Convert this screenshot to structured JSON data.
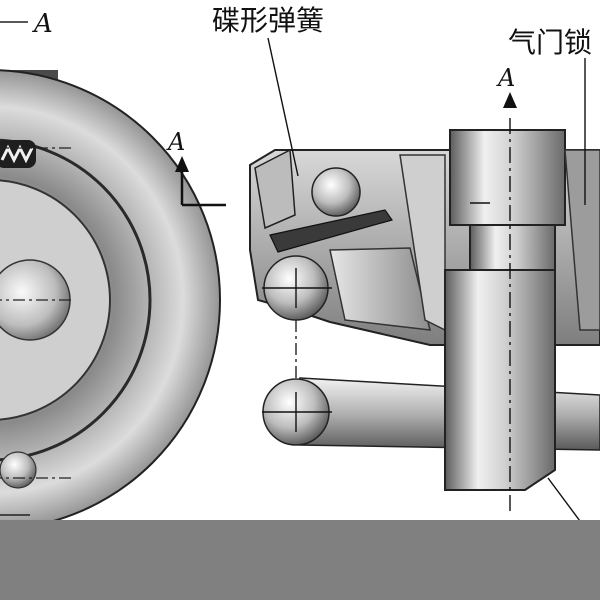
{
  "labels": {
    "section_mark_top_left": "A",
    "disc_spring": "碟形弹簧",
    "valve_lock": "气门锁",
    "section_arrow_left": "A",
    "section_arrow_right": "A"
  },
  "colors": {
    "metal_light": "#e0e0e0",
    "metal_mid": "#9a9a9a",
    "metal_dark": "#3a3a3a",
    "bottom_band": "#808080"
  }
}
